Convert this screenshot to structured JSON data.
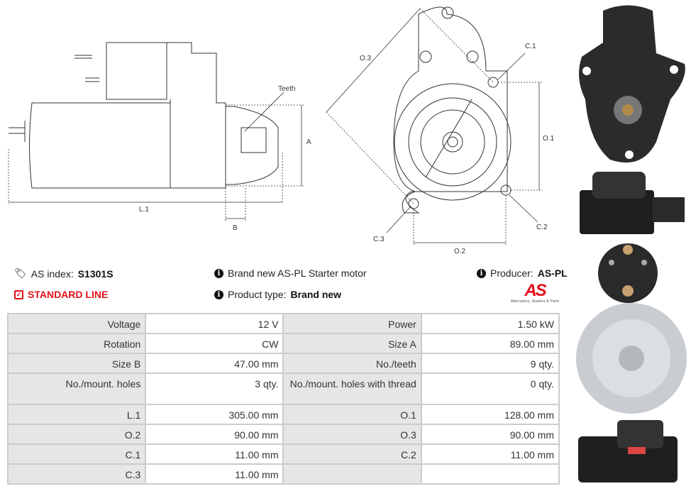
{
  "diagram": {
    "teeth": "Teeth",
    "a": "A",
    "l1": "L.1",
    "b": "B",
    "o3": "O.3",
    "c1": "C.1",
    "o1": "O.1",
    "c2": "C.2",
    "c3": "C.3",
    "o2": "O.2"
  },
  "info": {
    "as_index_label": "AS index:",
    "as_index_value": "S1301S",
    "line": "STANDARD LINE",
    "description": "Brand new AS-PL Starter motor",
    "product_type_label": "Product type:",
    "product_type_value": "Brand new",
    "producer_label": "Producer:",
    "producer_value": "AS-PL",
    "logo_text": "AS",
    "logo_tagline": "Alternators, Starters & Parts"
  },
  "specs": [
    [
      "Voltage",
      "12 V",
      "Power",
      "1.50 kW"
    ],
    [
      "Rotation",
      "CW",
      "Size A",
      "89.00 mm"
    ],
    [
      "Size B",
      "47.00 mm",
      "No./teeth",
      "9 qty."
    ],
    [
      "No./mount. holes",
      "3 qty.",
      "No./mount. holes with thread",
      "0 qty."
    ],
    [
      "L.1",
      "305.00 mm",
      "O.1",
      "128.00 mm"
    ],
    [
      "O.2",
      "90.00 mm",
      "O.3",
      "90.00 mm"
    ],
    [
      "C.1",
      "11.00 mm",
      "C.2",
      "11.00 mm"
    ],
    [
      "C.3",
      "11.00 mm",
      "",
      ""
    ]
  ],
  "colors": {
    "accent": "#e3111b",
    "label_bg": "#e6e6e6",
    "border": "#cccccc"
  }
}
